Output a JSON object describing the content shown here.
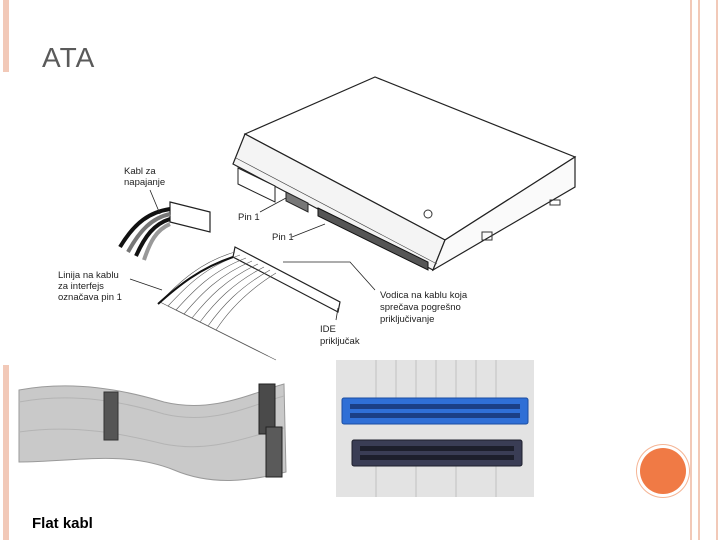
{
  "slide": {
    "title": "ATA",
    "caption": "Flat kabl"
  },
  "diagram": {
    "labels": {
      "power_cable": [
        "Kabl za",
        "napajanje"
      ],
      "pin1_a": "Pin 1",
      "pin1_b": "Pin 1",
      "stripe_note": [
        "Linija na kablu",
        "za interfejs",
        "označava pin 1"
      ],
      "key_note": [
        "Vodica na kablu koja",
        "sprečava pogrešno",
        "priključivanje"
      ],
      "ide_connector": [
        "IDE",
        "priključak"
      ]
    }
  },
  "colors": {
    "accent_bar": "#f2c9b8",
    "dot": "#f07a45"
  }
}
